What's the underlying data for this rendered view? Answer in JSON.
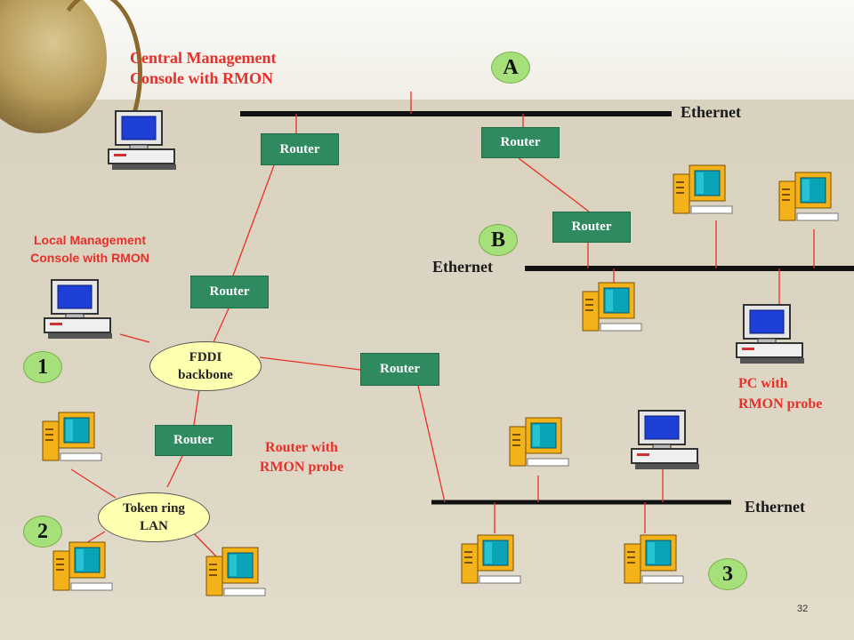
{
  "labels": {
    "central_console": "Central Management Console with RMON",
    "central_console_l1": "Central Management",
    "central_console_l2": "Console with RMON",
    "local_console_l1": "Local Management",
    "local_console_l2": "Console with RMON",
    "router_probe_l1": "Router with",
    "router_probe_l2": "RMON probe",
    "pc_probe_l1": "PC with",
    "pc_probe_l2": "RMON probe"
  },
  "router_label": "Router",
  "ethernet": {
    "a": "Ethernet",
    "b": "Ethernet",
    "three": "Ethernet"
  },
  "badges": {
    "a": "A",
    "b": "B",
    "one": "1",
    "two": "2",
    "three": "3"
  },
  "ovals": {
    "fddi_l1": "FDDI",
    "fddi_l2": "backbone",
    "token_l1": "Token ring",
    "token_l2": "LAN"
  },
  "page_number": "32",
  "colors": {
    "router_fill": "#2f8a60",
    "label_red": "#e8302a",
    "badge_green": "#a6e07a",
    "oval_yellow": "#ffffb0",
    "link_red": "#e8302a"
  }
}
